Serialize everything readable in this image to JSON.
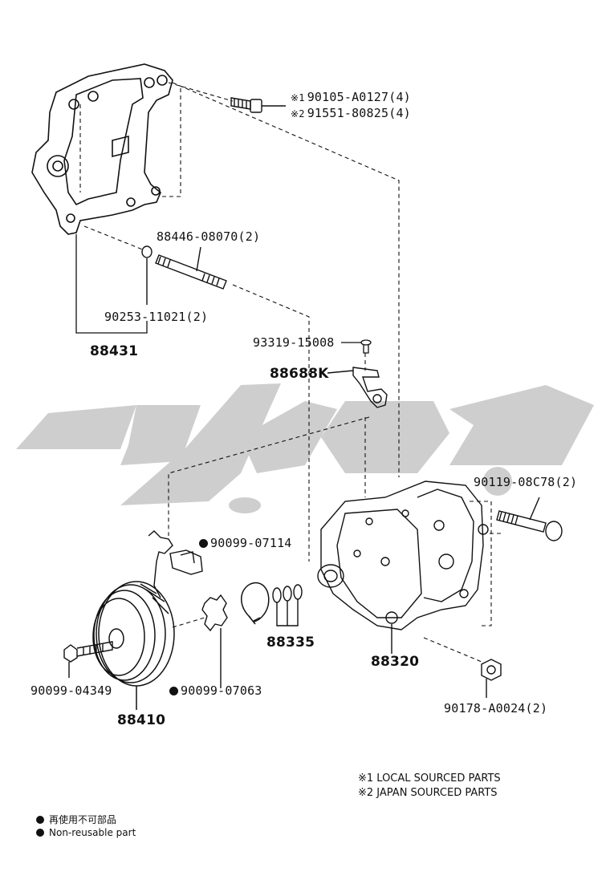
{
  "watermark": {
    "color": "#c8c8c8"
  },
  "parts": {
    "bolt_bracket": {
      "mark1": "※1",
      "number1": "90105-A0127(4)",
      "mark2": "※2",
      "number2": "91551-80825(4)"
    },
    "stud": "88446-08070(2)",
    "washer": "90253-11021(2)",
    "bracket": "88431",
    "screw": "93319-15008",
    "clamp": "88688K",
    "bolt_long": "90119-08C78(2)",
    "snap_ring": "90099-07114",
    "shims": "88335",
    "compressor": "88320",
    "nut": "90178-A0024(2)",
    "clutch_bolt": "90099-04349",
    "clutch_ring": "90099-07063",
    "clutch": "88410"
  },
  "notes": {
    "local": "※1 LOCAL SOURCED PARTS",
    "japan": "※2 JAPAN SOURCED PARTS"
  },
  "legend": {
    "jp": "再使用不可部品",
    "en": "Non-reusable part"
  }
}
